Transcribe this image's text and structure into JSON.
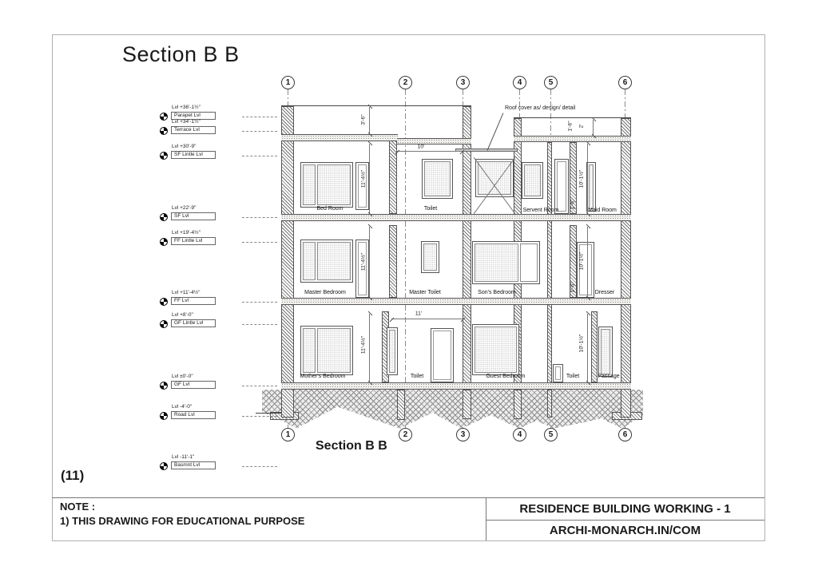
{
  "page": {
    "title": "Section B B",
    "sheet_no": "(11)",
    "section_caption": "Section B B"
  },
  "grid": {
    "labels": [
      "1",
      "2",
      "3",
      "4",
      "5",
      "6"
    ]
  },
  "levels": [
    {
      "value": "Lvl +36'-1½\"",
      "name": "Parapet Lvl"
    },
    {
      "value": "Lvl +34'-1½\"",
      "name": "Terrace Lvl"
    },
    {
      "value": "Lvl +30'-9\"",
      "name": "SF Lintle Lvl"
    },
    {
      "value": "Lvl +22'-9\"",
      "name": "SF  Lvl"
    },
    {
      "value": "Lvl +19'-4½\"",
      "name": "FF Lintle Lvl"
    },
    {
      "value": "Lvl +11'-4½\"",
      "name": "FF  Lvl"
    },
    {
      "value": "Lvl +8'-0\"",
      "name": "GF Lintle Lvl"
    },
    {
      "value": "Lvl ±0'-0\"",
      "name": "GF  Lvl"
    },
    {
      "value": "Lvl -4'-0\"",
      "name": "Road Lvl"
    },
    {
      "value": "Lvl -11'-1\"",
      "name": "Basmnt Lvl"
    }
  ],
  "rooms": {
    "sf": [
      "Bed Room",
      "Toilet",
      "Servent Room",
      "Maid Room"
    ],
    "ff": [
      "Master Bedroom",
      "Master Toilet",
      "Son's Bedroom",
      "Dresser"
    ],
    "gf": [
      "Mother's Bedroom",
      "Toilet",
      "Guest Bedroom",
      "Toilet",
      "Passage"
    ]
  },
  "dims": {
    "parapet": "3'-6\"",
    "span10": "10'",
    "roof_a": "1'-6\"",
    "roof_b": "2'",
    "floor_left": "11'-4½\"",
    "floor_right": "10'-1½\"",
    "lintel": "1'-6\"",
    "span11": "11'"
  },
  "annotations": {
    "roof_cover": "Roof cover as/ design/ detail"
  },
  "title_block": {
    "note_heading": "NOTE :",
    "note_1": "1) THIS DRAWING FOR EDUCATIONAL PURPOSE",
    "project": "RESIDENCE BUILDING WORKING - 1",
    "website": "ARCHI-MONARCH.IN/COM"
  },
  "colors": {
    "paper": "#ffffff",
    "ink": "#1a1a1a",
    "wall_hatch": "#757575",
    "grid_line": "#8a8a8a"
  }
}
